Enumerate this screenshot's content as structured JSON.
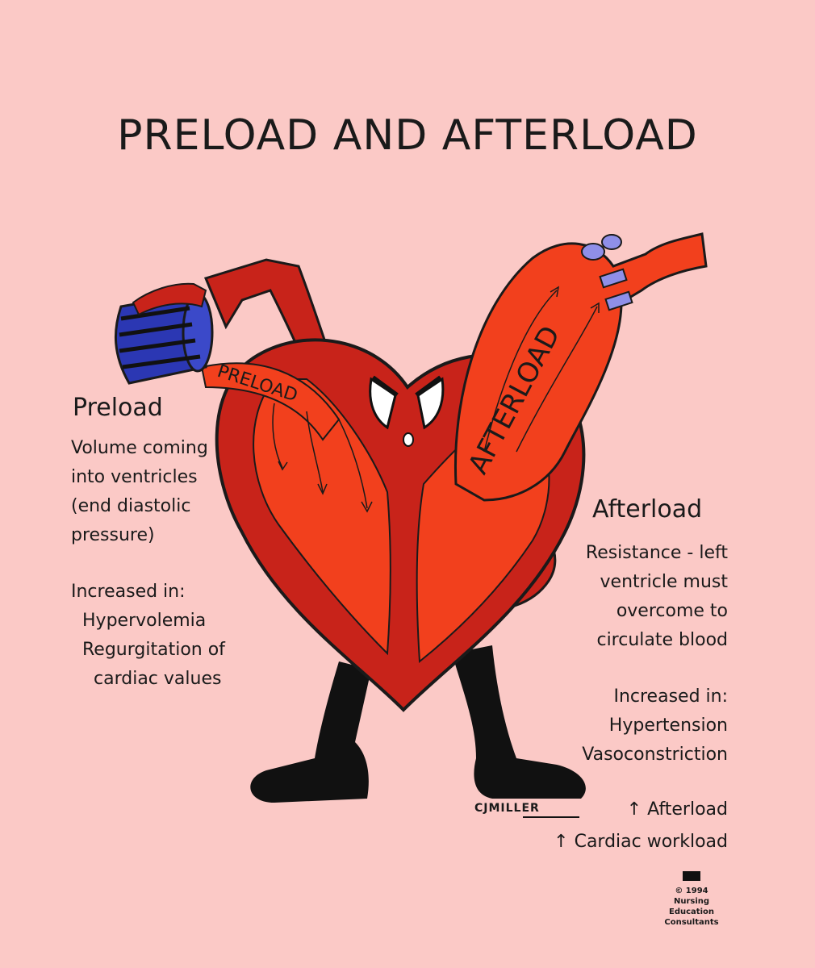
{
  "title": "PRELOAD AND AFTERLOAD",
  "preload": {
    "heading": "Preload",
    "lines": [
      "Volume coming",
      "into ventricles",
      "(end diastolic",
      "pressure)"
    ],
    "increased_label": "Increased in:",
    "increased_items": [
      "Hypervolemia",
      "Regurgitation of",
      "cardiac values"
    ]
  },
  "afterload": {
    "heading": "Afterload",
    "lines": [
      "Resistance - left",
      "ventricle  must",
      "overcome to",
      "circulate blood"
    ],
    "increased_label": "Increased in:",
    "increased_items": [
      "Hypertension",
      "Vasoconstriction"
    ],
    "effects": [
      "↑ Afterload",
      "↑ Cardiac workload"
    ]
  },
  "illustration": {
    "preload_label": "PRELOAD",
    "afterload_label": "AFTERLOAD",
    "signature": "CJMILLER"
  },
  "copyright": [
    "© 1994",
    "Nursing",
    "Education",
    "Consultants"
  ],
  "colors": {
    "background": "#fbc9c6",
    "heart": "#c8231a",
    "heart_inner": "#f2401d",
    "outline": "#1a1a1a",
    "cup": "#3b49c9",
    "legs": "#111111"
  }
}
